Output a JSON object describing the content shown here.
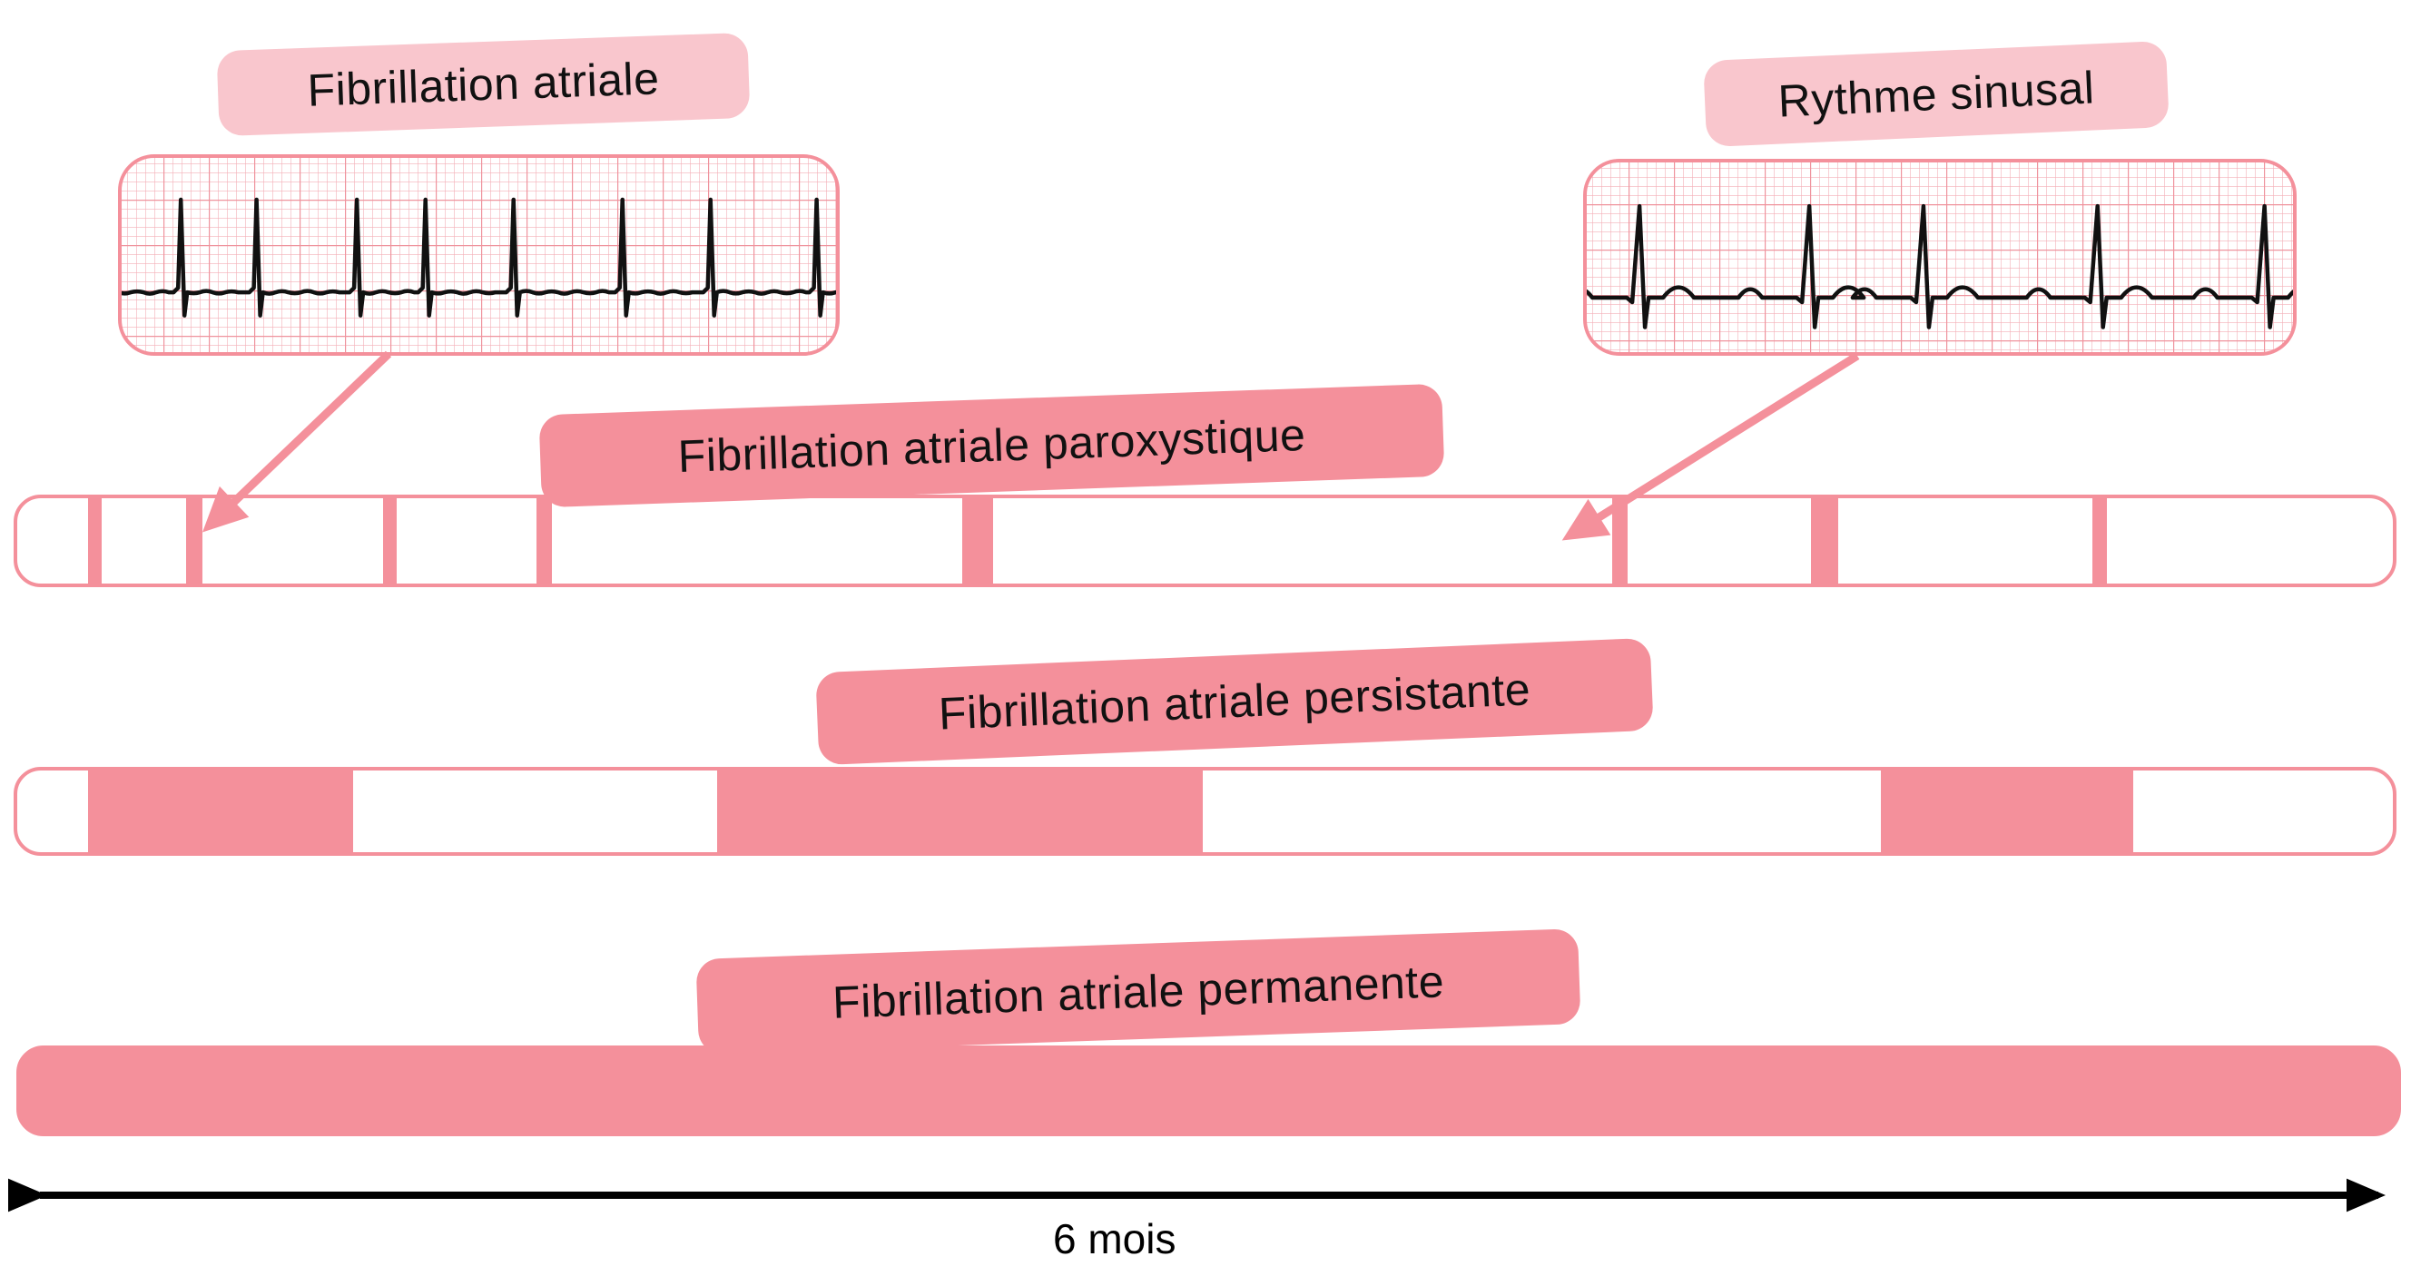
{
  "palette": {
    "salmon": "#F4909B",
    "light_pink": "#F9C6CD",
    "grid_small": "#F3AFB7",
    "grid_heavy": "#EF939D",
    "trace_black": "#111111",
    "axis_black": "#000000"
  },
  "ecg_panels": [
    {
      "id": "af",
      "label": "Fibrillation atriale",
      "rhythm": "fibrillation",
      "spike_fractions": [
        0.087,
        0.192,
        0.331,
        0.426,
        0.548,
        0.699,
        0.821,
        0.968
      ]
    },
    {
      "id": "sinus",
      "label": "Rythme sinusal",
      "rhythm": "sinus",
      "spike_fractions": [
        0.079,
        0.317,
        0.477,
        0.721,
        0.955
      ]
    }
  ],
  "timeline_bars": [
    {
      "label": "Fibrillation atriale paroxystique",
      "style": "striped",
      "segments": [
        {
          "left_pct": 2.97,
          "width_pct": 0.6
        },
        {
          "left_pct": 7.09,
          "width_pct": 0.69
        },
        {
          "left_pct": 15.39,
          "width_pct": 0.57
        },
        {
          "left_pct": 21.87,
          "width_pct": 0.65
        },
        {
          "left_pct": 39.77,
          "width_pct": 1.3
        },
        {
          "left_pct": 67.12,
          "width_pct": 0.65
        },
        {
          "left_pct": 75.5,
          "width_pct": 1.14
        },
        {
          "left_pct": 87.35,
          "width_pct": 0.61
        }
      ]
    },
    {
      "label": "Fibrillation atriale persistante",
      "style": "blocks",
      "segments": [
        {
          "left_pct": 2.97,
          "width_pct": 11.16
        },
        {
          "left_pct": 29.45,
          "width_pct": 20.46
        },
        {
          "left_pct": 78.44,
          "width_pct": 10.63
        }
      ]
    },
    {
      "label": "Fibrillation atriale permanente",
      "style": "solid",
      "segments": [
        {
          "left_pct": 0,
          "width_pct": 100
        }
      ]
    }
  ],
  "axis": {
    "label": "6 mois"
  }
}
